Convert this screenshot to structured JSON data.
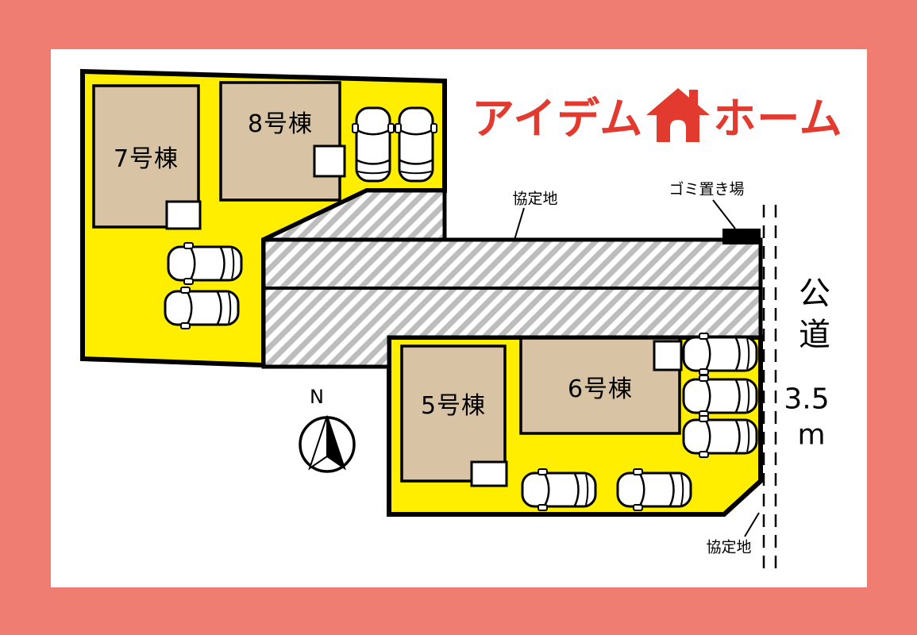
{
  "colors": {
    "frame": "#f07d72",
    "paper": "#ffffff",
    "lot_yellow": "#ffee00",
    "building_tan": "#d8c3a4",
    "logo_red": "#e23a2e",
    "hatch_gray": "#bdbdbd",
    "outline_black": "#000000"
  },
  "logo": {
    "text_left": "アイデム",
    "text_right": "ホーム"
  },
  "buildings": {
    "b7": "7号棟",
    "b8": "8号棟",
    "b5": "5号棟",
    "b6": "6号棟"
  },
  "labels": {
    "agreement_top": "協定地",
    "garbage": "ゴミ置き場",
    "agreement_bottom": "協定地",
    "public_road": "公道",
    "road_width": "3.5",
    "road_unit": "m",
    "north": "N"
  },
  "icons": {
    "car": "car-icon (top view vehicle)",
    "compass": "north-compass-icon",
    "house": "house-icon (logo mark)"
  }
}
